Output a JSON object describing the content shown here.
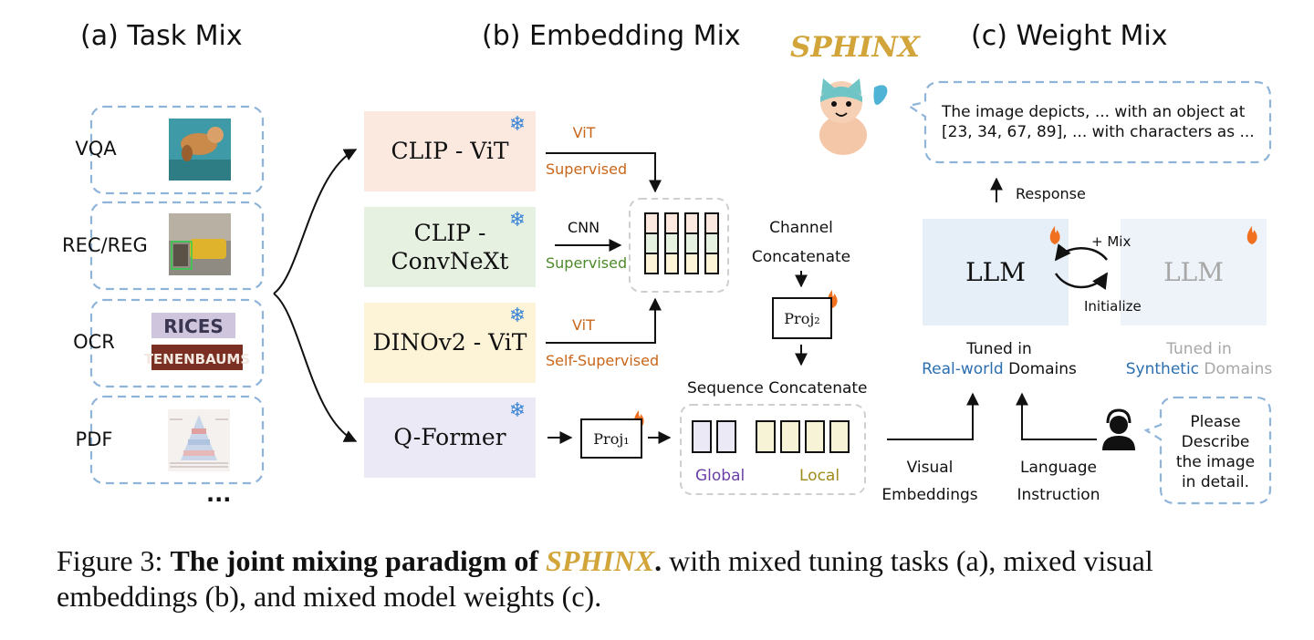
{
  "sections": {
    "task_mix": "(a) Task Mix",
    "embedding_mix": "(b) Embedding Mix",
    "weight_mix": "(c) Weight Mix"
  },
  "brand": "SPHINX",
  "tasks": [
    "VQA",
    "REC/REG",
    "OCR",
    "PDF"
  ],
  "tasks_more": "...",
  "ocr_image_text": [
    "RICES",
    "TENENBAUMS"
  ],
  "encoders": [
    "CLIP - ViT",
    "CLIP -\nConvNeXt",
    "DINOv2 - ViT",
    "Q-Former"
  ],
  "encoder_annotations": [
    {
      "arch": "ViT",
      "training": "Supervised"
    },
    {
      "arch": "CNN",
      "training": "Supervised"
    },
    {
      "arch": "ViT",
      "training": "Self-Supervised"
    }
  ],
  "channel_concat": "Channel\nConcatenate",
  "proj1": "Proj₁",
  "proj2": "Proj₂",
  "sequence_concat": "Sequence Concatenate",
  "global_label": "Global",
  "local_label": "Local",
  "response_text": "The image depicts, ... with an object at\n[23, 34, 67, 89], ... with characters as ...",
  "response_label": "Response",
  "llm_main": "LLM",
  "llm_ghost": "LLM",
  "mix_label": "+ Mix",
  "initialize_label": "Initialize",
  "tuned_real": {
    "line1": "Tuned in",
    "highlight": "Real-world",
    "rest": " Domains"
  },
  "tuned_synth": {
    "line1": "Tuned in",
    "highlight": "Synthetic",
    "rest": " Domains"
  },
  "visual_embeddings": "Visual\nEmbeddings",
  "language_instruction": "Language\nInstruction",
  "user_prompt": "Please\nDescribe\nthe image\nin detail.",
  "caption": {
    "prefix": "Figure 3: ",
    "bold": "The joint mixing paradigm of ",
    "sphinx": "SPHINX",
    "bold_end": ".",
    "rest": " with mixed tuning tasks (a), mixed visual embeddings (b), and mixed model weights (c)."
  },
  "colors": {
    "clip_vit_bg": "#fbe9e0",
    "convnext_bg": "#e6f1e2",
    "dino_bg": "#fdf4d8",
    "qformer_bg": "#ece9f7",
    "llm_bg": "#e6eef8",
    "dash": "#8fb4d9",
    "supervised_orange": "#c9661a",
    "supervised_green": "#4c8a2a",
    "real_world_blue": "#2b6fb0",
    "global_purple": "#6b3fa8",
    "local_olive": "#a08a1c",
    "sphinx_gold": "#d1a53a",
    "snowflake_blue": "#3b86d6",
    "flame_orange": "#f07020"
  }
}
